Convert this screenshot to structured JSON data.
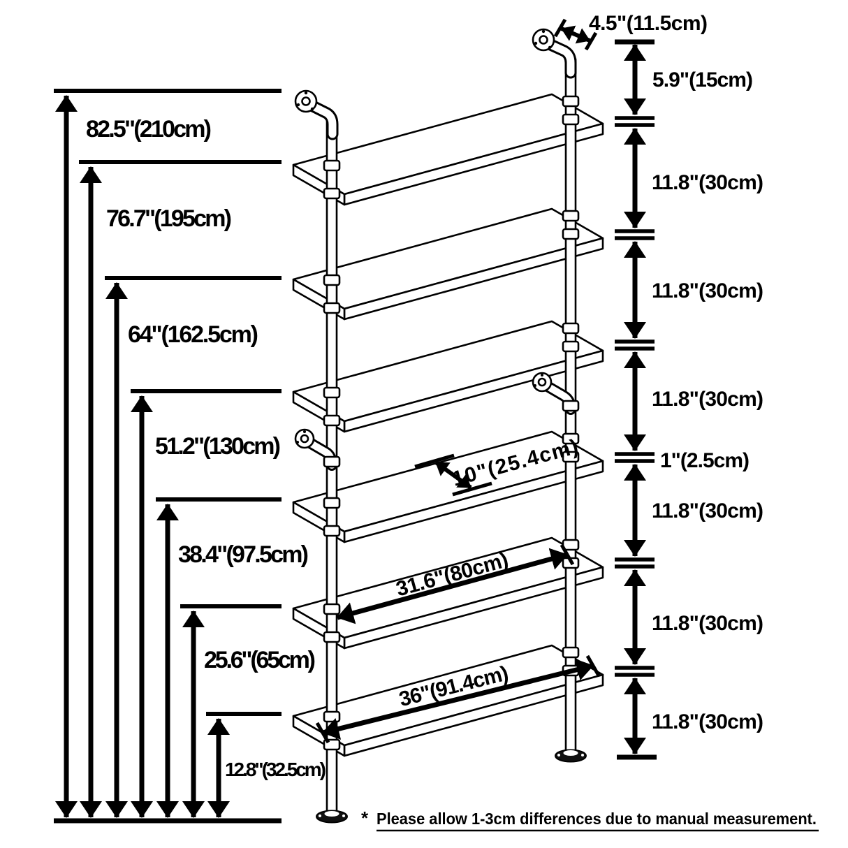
{
  "diagram": {
    "colors": {
      "ink": "#000000",
      "paper": "#ffffff"
    },
    "left_heights": [
      "82.5\"(210cm)",
      "76.7\"(195cm)",
      "64\"(162.5cm)",
      "51.2\"(130cm)",
      "38.4\"(97.5cm)",
      "25.6\"(65cm)",
      "12.8\"(32.5cm)"
    ],
    "right_spacings": [
      "4.5\"(11.5cm)",
      "5.9\"(15cm)",
      "11.8\"(30cm)",
      "11.8\"(30cm)",
      "11.8\"(30cm)",
      "1\"(2.5cm)",
      "11.8\"(30cm)",
      "11.8\"(30cm)",
      "11.8\"(30cm)"
    ],
    "shelf_dimensions": {
      "depth": "10\"(25.4cm)",
      "upper_shelf_length": "31.6\"(80cm)",
      "bottom_shelf_length": "36\"(91.4cm)"
    },
    "footnote": {
      "marker": "*",
      "text": "Please allow 1-3cm differences due to manual measurement."
    }
  }
}
